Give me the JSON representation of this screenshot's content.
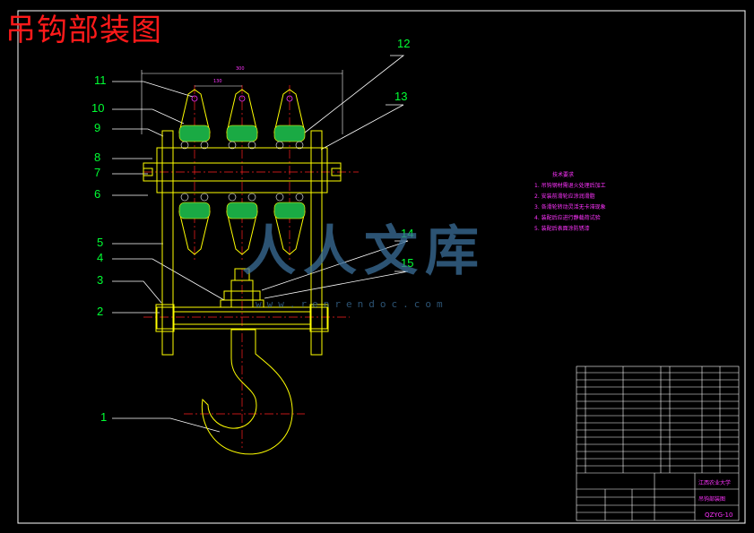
{
  "title": "吊钩部装图",
  "callouts": [
    "1",
    "2",
    "3",
    "4",
    "5",
    "6",
    "7",
    "8",
    "9",
    "10",
    "11",
    "12",
    "13",
    "14",
    "15"
  ],
  "dimensions": {
    "overall_width": "300",
    "pulley_pitch": "130"
  },
  "notes": {
    "title": "技术要求",
    "items": [
      "1. 吊钩钢材需退火处理后加工",
      "2. 安装前滑轮应涂润滑脂",
      "3. 各滑轮转动灵活无卡滞现象",
      "4. 装配后应进行静载荷试验",
      "5. 装配后表面涂防锈漆"
    ]
  },
  "watermark": {
    "text": "人人文库",
    "url": "www.renrendoc.com"
  },
  "title_block": {
    "school": "江西农业大学",
    "drawing_name": "吊钩部装图",
    "drawing_code": "QZYG-10"
  },
  "colors": {
    "title": "#ff1a1a",
    "callout": "#00ff33",
    "outline": "#ffff00",
    "notes": "#ff33ff",
    "center": "#ff2020",
    "gear": "#1aaa44"
  }
}
